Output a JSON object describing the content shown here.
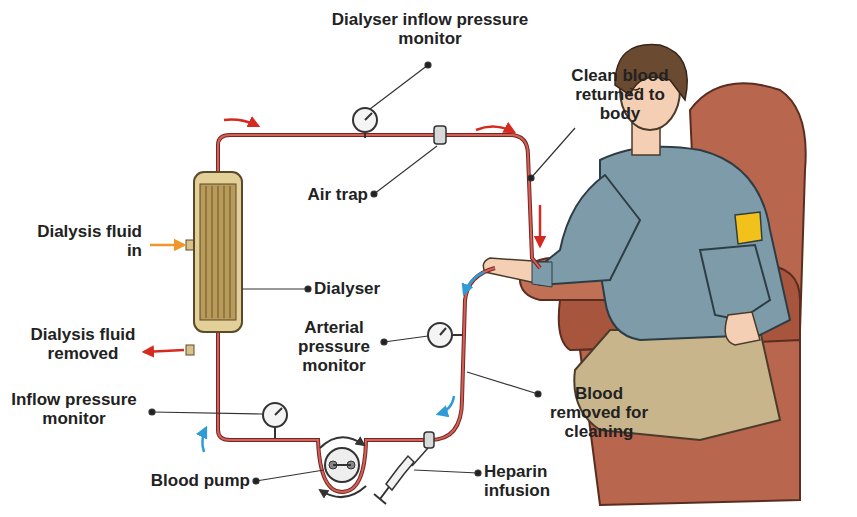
{
  "diagram": {
    "labels": [
      "Dialyser inflow pressure monitor",
      "Clean blood returned to body",
      "Air trap",
      "Dialysis fluid in",
      "Dialyser",
      "Dialysis fluid removed",
      "Arterial pressure monitor",
      "Inflow pressure monitor",
      "Blood removed for cleaning",
      "Blood pump",
      "Heparin infusion"
    ]
  }
}
